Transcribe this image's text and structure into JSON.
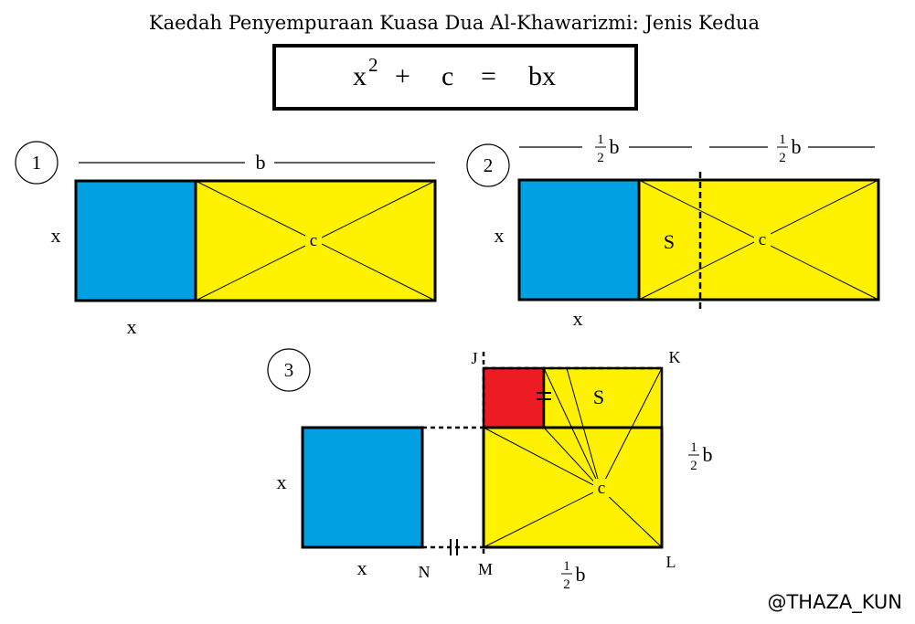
{
  "title": "Kaedah Penyempuraan Kuasa Dua Al-Khawarizmi: Jenis Kedua",
  "equation": {
    "lhs_base": "x",
    "lhs_exp": "2",
    "plus": "+",
    "c": "c",
    "equals": "=",
    "rhs": "bx"
  },
  "colors": {
    "square": "#00a0e2",
    "rect": "#fff200",
    "completion": "#ed1c24",
    "outline": "#000000"
  },
  "diagram1": {
    "number": "1",
    "top_label": "b",
    "side_label": "x",
    "bottom_label": "x",
    "rect_label": "c"
  },
  "diagram2": {
    "number": "2",
    "half_left": {
      "num": "1",
      "den": "2",
      "var": "b"
    },
    "half_right": {
      "num": "1",
      "den": "2",
      "var": "b"
    },
    "side_label": "x",
    "bottom_label": "x",
    "s_label": "S",
    "rect_label": "c"
  },
  "diagram3": {
    "number": "3",
    "side_label": "x",
    "bottom_x": "x",
    "point_j": "J",
    "point_k": "K",
    "point_l": "L",
    "point_m": "M",
    "point_n": "N",
    "s_label": "S",
    "rect_label": "c",
    "right_half": {
      "num": "1",
      "den": "2",
      "var": "b"
    },
    "bottom_half": {
      "num": "1",
      "den": "2",
      "var": "b"
    }
  },
  "credit": "@THAZA_KUN"
}
